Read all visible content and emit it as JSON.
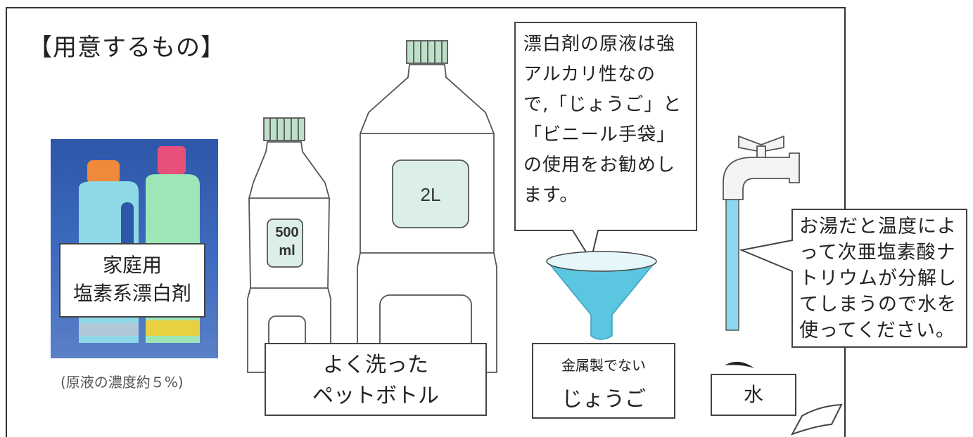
{
  "title": "【用意するもの】",
  "bleach": {
    "label_line1": "家庭用",
    "label_line2": "塩素系漂白剤",
    "caption": "(原液の濃度約５%)"
  },
  "bottles": {
    "small_label_line1": "500",
    "small_label_line2": "ml",
    "large_label": "2L",
    "caption_line1": "よく洗った",
    "caption_line2": "ペットボトル"
  },
  "funnel": {
    "note_lines": [
      "漂白剤の原液は強",
      "アルカリ性なの",
      "で,「じょうご」と",
      "「ビニール手袋」",
      "の使用をお勧めし",
      "ます。"
    ],
    "caption_small": "金属製でない",
    "caption_big": "じょうご"
  },
  "water": {
    "note_lines": [
      "お湯だと温度によ",
      "って次亜塩素酸ナ",
      "トリウムが分解し",
      "てしまうので水を",
      "使ってください。"
    ],
    "label": "水"
  },
  "colors": {
    "photo_bg": "#3a64b8",
    "funnel": "#5bc6e0",
    "stream": "#8cd6f0"
  }
}
